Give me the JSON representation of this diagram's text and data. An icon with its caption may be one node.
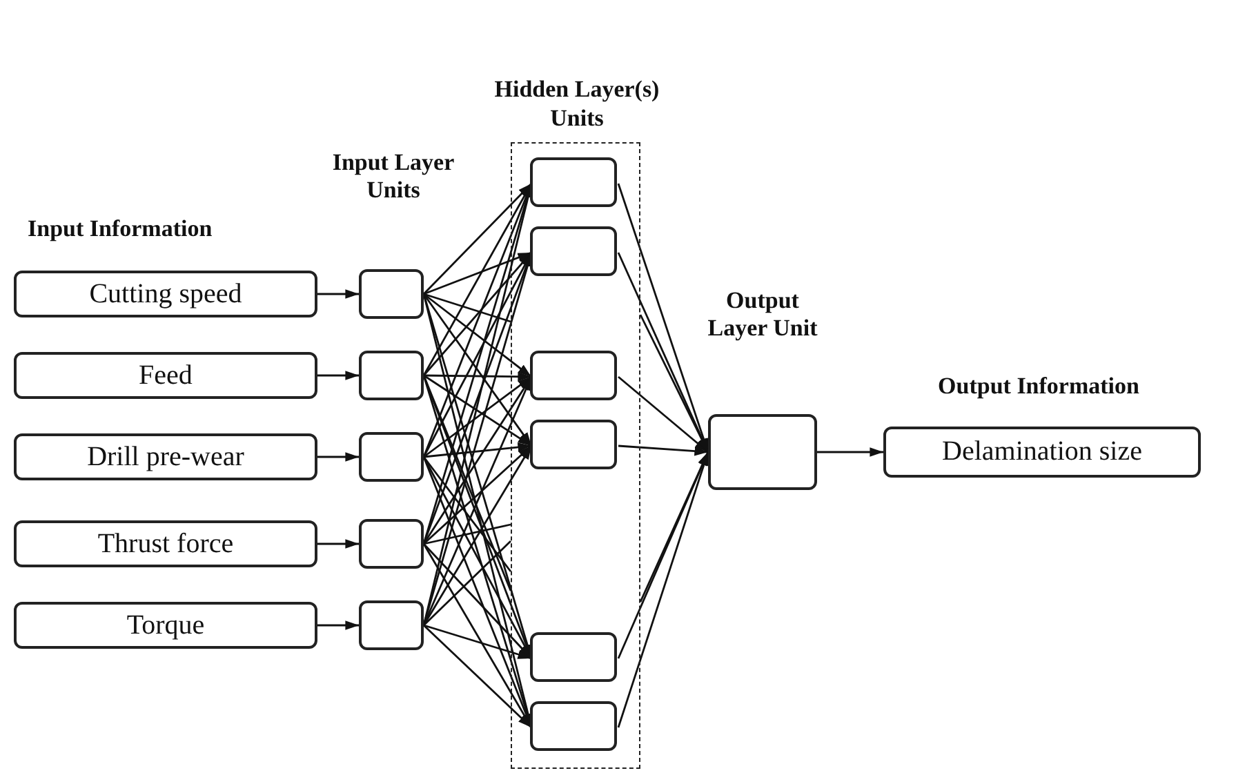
{
  "diagram": {
    "nodes": [
      {
        "text": [
          "Cutting speed"
        ]
      },
      {
        "text": [
          "Feed"
        ]
      },
      {
        "text": [
          "Drill pre-wear"
        ]
      },
      {
        "text": [
          "Thrust force"
        ]
      },
      {
        "text": [
          "Torque"
        ]
      },
      {
        "text": [],
        "shape": "box"
      },
      {
        "text": [],
        "shape": "box"
      },
      {
        "text": [],
        "shape": "box"
      },
      {
        "text": [],
        "shape": "box"
      },
      {
        "text": [],
        "shape": "box"
      },
      {
        "text": [
          "Hidden Layer(s) Units"
        ]
      },
      {
        "text": [],
        "shape": "box",
        "in": 10
      },
      {
        "text": [],
        "shape": "box",
        "in": 10
      },
      {
        "text": [],
        "shape": "box",
        "in": 10
      },
      {
        "text": [],
        "shape": "box",
        "in": 10
      },
      {
        "text": [],
        "shape": "box",
        "in": 10
      },
      {
        "text": [],
        "shape": "box",
        "in": 10
      },
      {
        "text": [],
        "shape": "box"
      },
      {
        "text": [
          "Delamination size"
        ]
      }
    ],
    "edges": [
      {
        "from": 0,
        "to": 5,
        "arrow": "to"
      },
      {
        "from": 1,
        "to": 6,
        "arrow": "to"
      },
      {
        "from": 2,
        "to": 7,
        "arrow": "to"
      },
      {
        "from": 3,
        "to": 8,
        "arrow": "to"
      },
      {
        "from": 4,
        "to": 9,
        "arrow": "to"
      },
      {
        "from": 5,
        "to": 11,
        "arrow": "to"
      },
      {
        "from": 5,
        "to": 12,
        "arrow": "to"
      },
      {
        "from": 5,
        "to": 13,
        "arrow": "to"
      },
      {
        "from": 5,
        "to": 14,
        "arrow": "to"
      },
      {
        "from": 5,
        "to": 15,
        "arrow": "to"
      },
      {
        "from": 5,
        "to": 16,
        "arrow": "to"
      },
      {
        "from": 6,
        "to": 11,
        "arrow": "to"
      },
      {
        "from": 6,
        "to": 12,
        "arrow": "to"
      },
      {
        "from": 6,
        "to": 13,
        "arrow": "to"
      },
      {
        "from": 6,
        "to": 14,
        "arrow": "to"
      },
      {
        "from": 6,
        "to": 15,
        "arrow": "to"
      },
      {
        "from": 6,
        "to": 16,
        "arrow": "to"
      },
      {
        "from": 7,
        "to": 11,
        "arrow": "to"
      },
      {
        "from": 7,
        "to": 12,
        "arrow": "to"
      },
      {
        "from": 7,
        "to": 13,
        "arrow": "to"
      },
      {
        "from": 7,
        "to": 14,
        "arrow": "to"
      },
      {
        "from": 7,
        "to": 15,
        "arrow": "to"
      },
      {
        "from": 7,
        "to": 16,
        "arrow": "to"
      },
      {
        "from": 8,
        "to": 11,
        "arrow": "to"
      },
      {
        "from": 8,
        "to": 12,
        "arrow": "to"
      },
      {
        "from": 8,
        "to": 13,
        "arrow": "to"
      },
      {
        "from": 8,
        "to": 14,
        "arrow": "to"
      },
      {
        "from": 8,
        "to": 15,
        "arrow": "to"
      },
      {
        "from": 8,
        "to": 16,
        "arrow": "to"
      },
      {
        "from": 9,
        "to": 11,
        "arrow": "to"
      },
      {
        "from": 9,
        "to": 12,
        "arrow": "to"
      },
      {
        "from": 9,
        "to": 13,
        "arrow": "to"
      },
      {
        "from": 9,
        "to": 14,
        "arrow": "to"
      },
      {
        "from": 9,
        "to": 15,
        "arrow": "to"
      },
      {
        "from": 9,
        "to": 16,
        "arrow": "to"
      },
      {
        "from": 5,
        "to": 10,
        "arrow": "none"
      },
      {
        "from": 6,
        "to": 10,
        "arrow": "none"
      },
      {
        "from": 7,
        "to": 10,
        "arrow": "none"
      },
      {
        "from": 8,
        "to": 10,
        "arrow": "none"
      },
      {
        "from": 9,
        "to": 10,
        "arrow": "none"
      },
      {
        "from": 11,
        "to": 17,
        "arrow": "to"
      },
      {
        "from": 12,
        "to": 17,
        "arrow": "to"
      },
      {
        "from": 13,
        "to": 17,
        "arrow": "to"
      },
      {
        "from": 14,
        "to": 17,
        "arrow": "to"
      },
      {
        "from": 15,
        "to": 17,
        "arrow": "to"
      },
      {
        "from": 16,
        "to": 17,
        "arrow": "to"
      },
      {
        "from": 10,
        "to": 17,
        "arrow": "to"
      },
      {
        "from": 10,
        "to": 17,
        "arrow": "to"
      },
      {
        "from": 17,
        "to": 18,
        "arrow": "to"
      }
    ],
    "labels": [
      "Input Information",
      "Input Layer Units",
      "Output Layer Unit",
      "Output Information"
    ]
  }
}
